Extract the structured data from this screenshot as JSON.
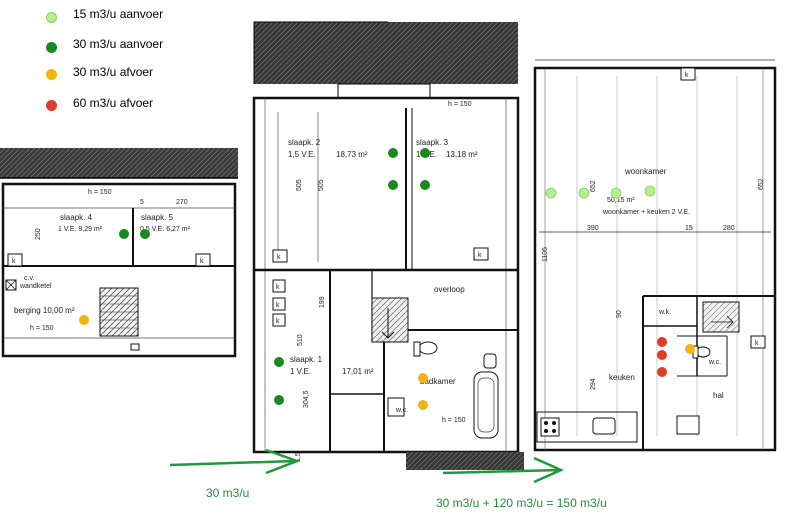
{
  "legend": [
    {
      "label": "15 m3/u aanvoer",
      "color": "#b6ee8c"
    },
    {
      "label": "30 m3/u aanvoer",
      "color": "#168a1f"
    },
    {
      "label": "30 m3/u afvoer",
      "color": "#f1b413"
    },
    {
      "label": "60 m3/u afvoer",
      "color": "#e23a2b"
    }
  ],
  "colors": {
    "supply_15": "#b6ee8c",
    "supply_30": "#168a1f",
    "exhaust_30": "#f1b413",
    "exhaust_60": "#e23a2b",
    "arrow": "#1f9a3a"
  },
  "attic": {
    "dims": {
      "top_left": "h = 150",
      "top_mid": "5",
      "top_right": "270",
      "side": "250"
    },
    "rooms": {
      "slaapk4": {
        "name": "slaapk. 4",
        "info": "1 V.E.  9,29 m²"
      },
      "slaapk5": {
        "name": "slaapk. 5",
        "info": "0,5 V.E. 6,27 m²"
      },
      "cv": {
        "name": "c.v.",
        "sub": "wandketel"
      },
      "berging": {
        "name": "berging  10,00 m²",
        "height": "h = 150"
      }
    },
    "k_labels": [
      "k",
      "k"
    ]
  },
  "first_floor": {
    "dims": {
      "h": "h = 150",
      "d1": "505",
      "d2": "505",
      "d3": "199",
      "d4": "510",
      "d5": "304,5",
      "d6": "1,5",
      "d7": "h = 150"
    },
    "rooms": {
      "slaapk2": {
        "name": "slaapk. 2",
        "ve": "1,5 V.E.",
        "area": "18,73 m²"
      },
      "slaapk3": {
        "name": "slaapk. 3",
        "ve": "1 V.E.",
        "area": "13,18 m²"
      },
      "slaapk1": {
        "name": "slaapk. 1",
        "ve": "1 V.E.",
        "area": "17,01 m²"
      },
      "overloop": {
        "name": "overloop"
      },
      "badkamer": {
        "name": "badkamer"
      },
      "wc": {
        "name": "w.c."
      }
    },
    "k_labels": [
      "k",
      "k",
      "k",
      "k",
      "k"
    ]
  },
  "ground_floor": {
    "dims": {
      "w1": "390",
      "w2": "15",
      "w3": "280",
      "d1": "1105",
      "d2": "652",
      "d3": "90",
      "d4": "294",
      "d5": "652"
    },
    "rooms": {
      "woonkamer": {
        "name": "woonkamer"
      },
      "woonkamer_keuken": {
        "area": "50,15 m²",
        "name": "woonkamer + keuken  2 V.E."
      },
      "keuken": {
        "name": "keuken"
      },
      "wk": {
        "name": "w.k."
      },
      "wc": {
        "name": "w.c."
      },
      "hal": {
        "name": "hal"
      }
    },
    "k_labels": [
      "k",
      "k"
    ]
  },
  "captions": {
    "first_floor": "30 m3/u",
    "ground_floor": "30 m3/u + 120 m3/u  = 150 m3/u"
  }
}
